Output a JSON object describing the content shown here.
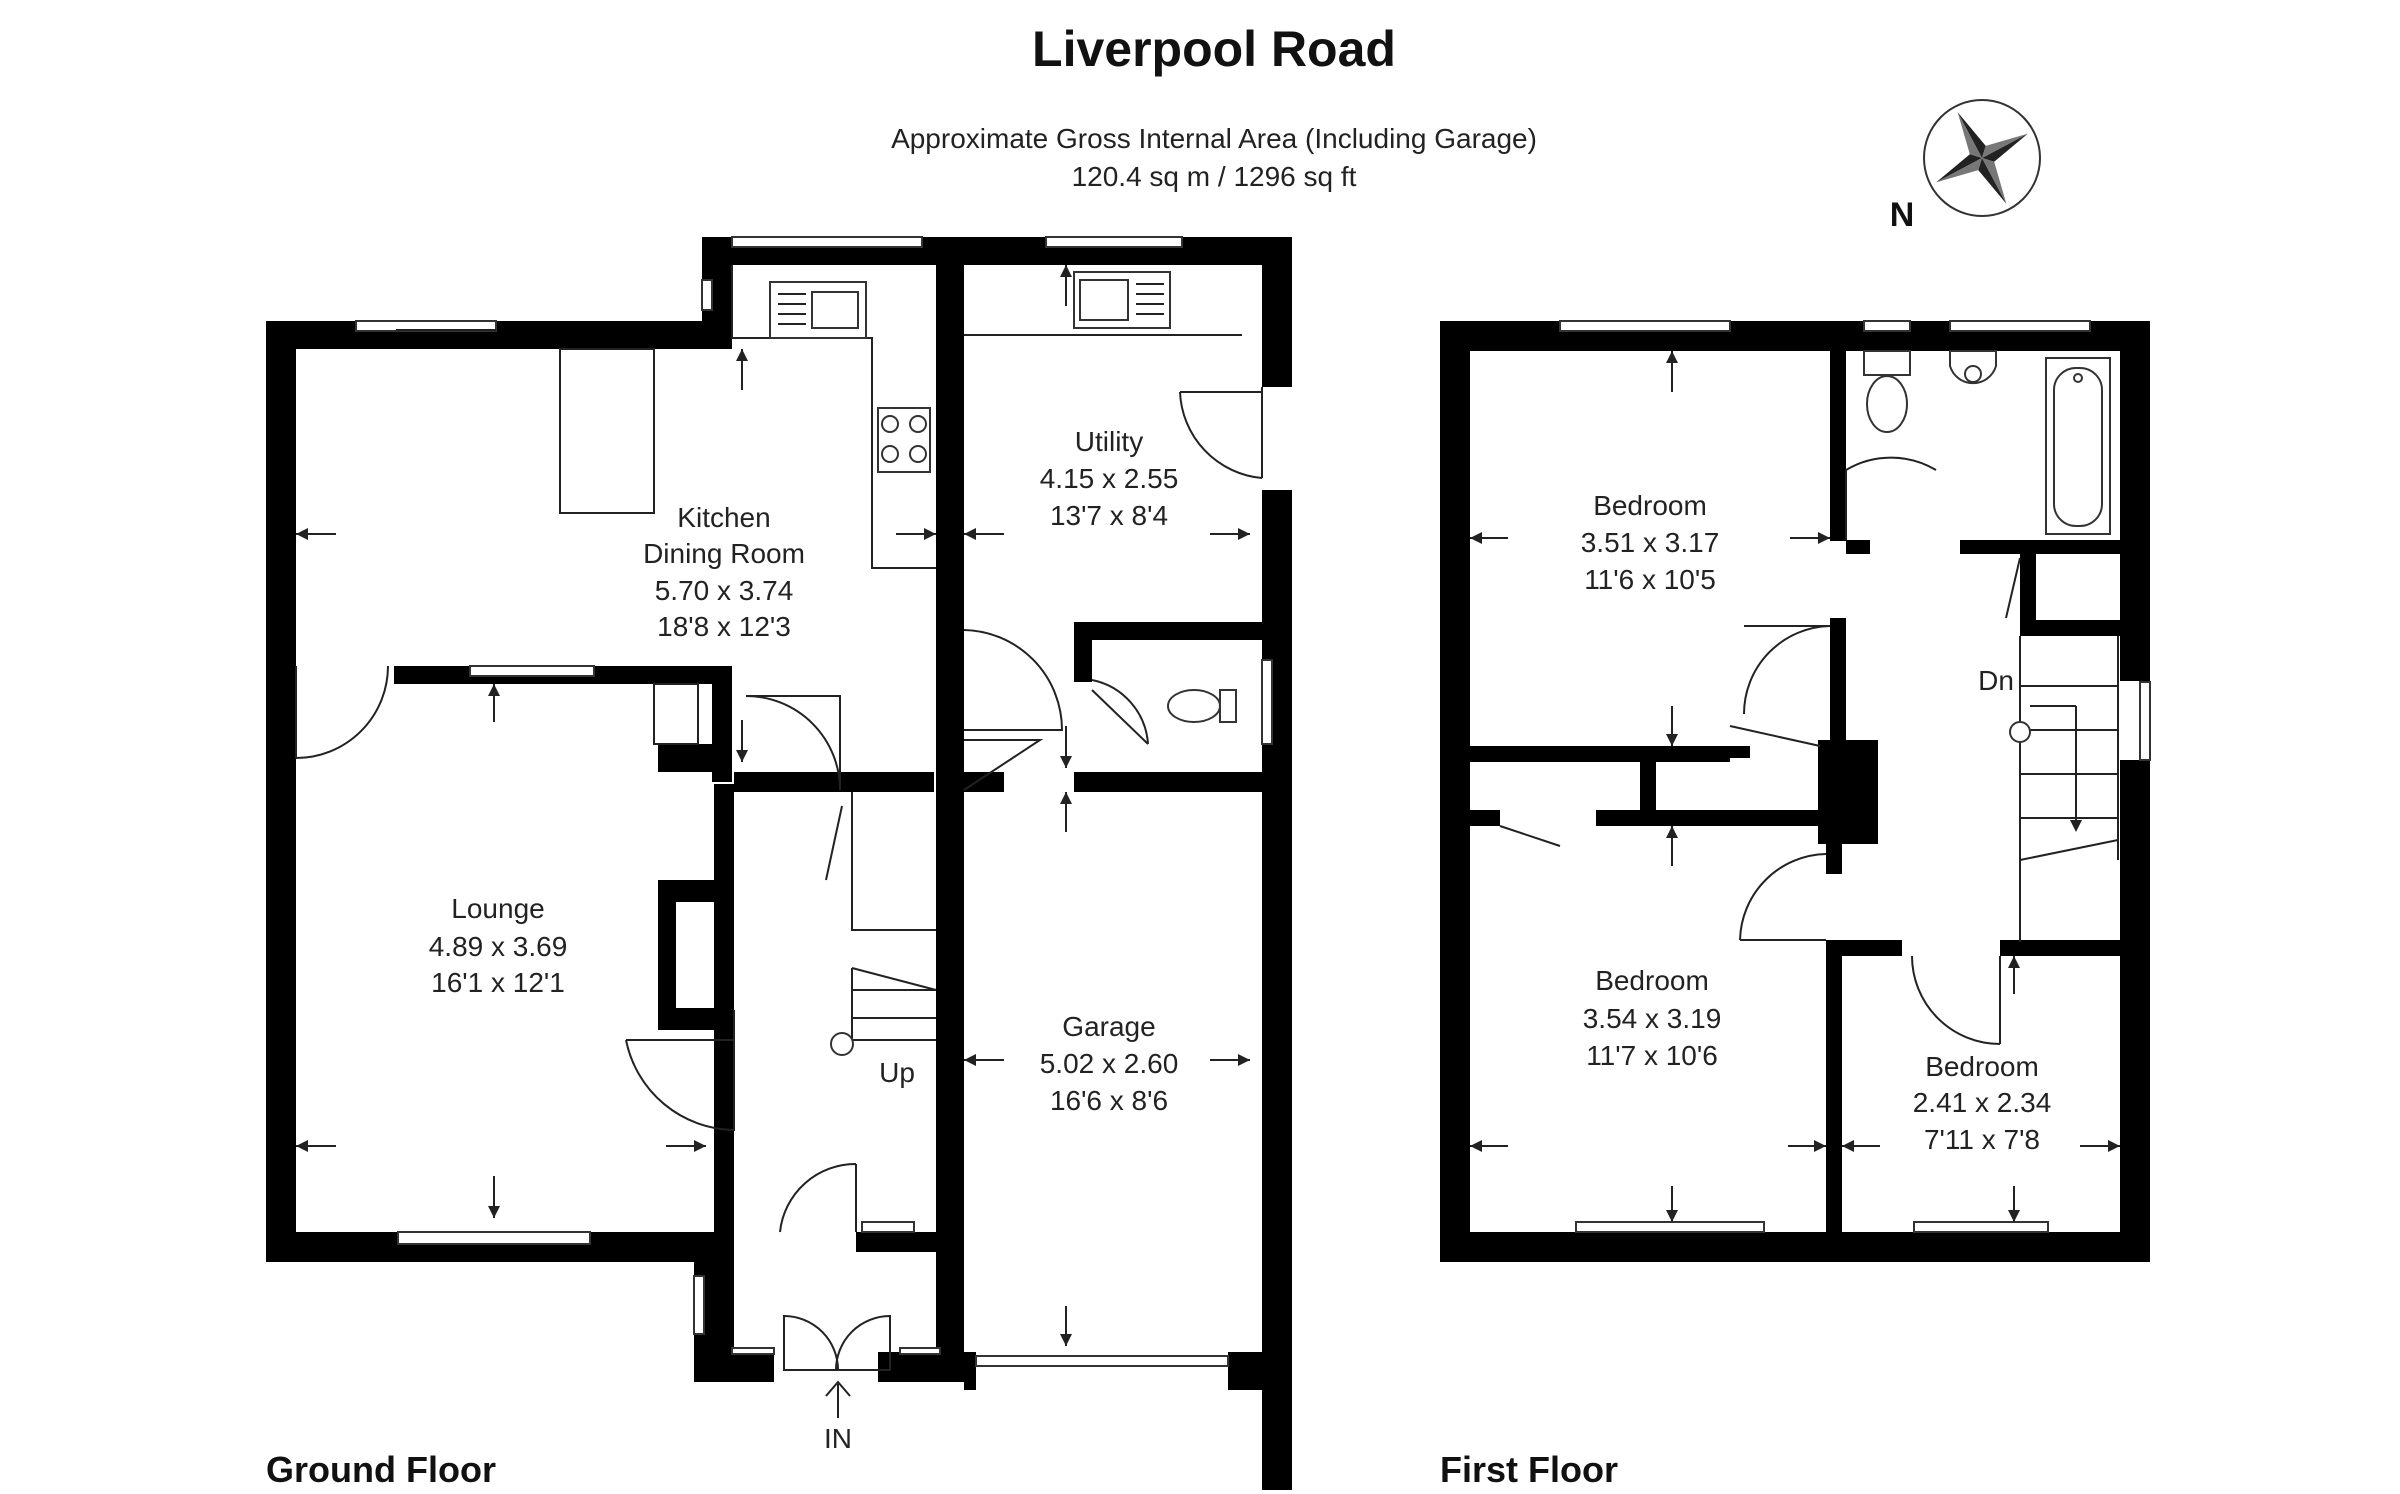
{
  "title": "Liverpool Road",
  "area_line1": "Approximate Gross Internal Area (Including Garage)",
  "area_line2": "120.4 sq m / 1296 sq ft",
  "compass_label": "N",
  "floors": {
    "ground": "Ground Floor",
    "first": "First Floor"
  },
  "rooms": {
    "kitchen": {
      "name1": "Kitchen",
      "name2": "Dining Room",
      "metric": "5.70 x 3.74",
      "imperial": "18'8 x 12'3"
    },
    "utility": {
      "name": "Utility",
      "metric": "4.15 x 2.55",
      "imperial": "13'7 x 8'4"
    },
    "lounge": {
      "name": "Lounge",
      "metric": "4.89 x 3.69",
      "imperial": "16'1 x 12'1"
    },
    "garage": {
      "name": "Garage",
      "metric": "5.02 x 2.60",
      "imperial": "16'6 x 8'6"
    },
    "bedroom1": {
      "name": "Bedroom",
      "metric": "3.51 x 3.17",
      "imperial": "11'6 x 10'5"
    },
    "bedroom2": {
      "name": "Bedroom",
      "metric": "3.54 x 3.19",
      "imperial": "11'7 x 10'6"
    },
    "bedroom3": {
      "name": "Bedroom",
      "metric": "2.41 x 2.34",
      "imperial": "7'11 x 7'8"
    }
  },
  "labels": {
    "up": "Up",
    "down": "Dn",
    "entrance": "IN"
  }
}
